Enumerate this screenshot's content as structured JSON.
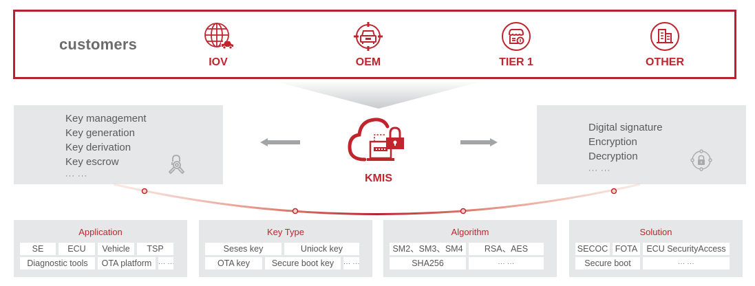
{
  "customers": {
    "label": "customers",
    "items": [
      {
        "label": "IOV",
        "icon": "globe-car-icon"
      },
      {
        "label": "OEM",
        "icon": "car-target-icon"
      },
      {
        "label": "TIER 1",
        "icon": "storefront-badge-icon"
      },
      {
        "label": "OTHER",
        "icon": "buildings-icon"
      }
    ]
  },
  "left_box": {
    "lines": [
      "Key management",
      "Key generation",
      "Key derivation",
      "Key escrow"
    ],
    "ellipsis": "··· ···",
    "icon": "keys-icon"
  },
  "right_box": {
    "lines": [
      "Digital signature",
      "Encryption",
      "Decryption"
    ],
    "ellipsis": "··· ···",
    "icon": "lock-network-icon"
  },
  "center": {
    "label": "KMIS",
    "icon": "cloud-laptop-lock-icon"
  },
  "panels": [
    {
      "title": "Application",
      "rows": [
        [
          "SE",
          "ECU",
          "Vehicle",
          "TSP"
        ],
        [
          "Diagnostic tools",
          "OTA platform",
          "··· ···"
        ]
      ]
    },
    {
      "title": "Key Type",
      "rows": [
        [
          "Seses key",
          "Uniock key"
        ],
        [
          "OTA key",
          "Secure boot key",
          "··· ···"
        ]
      ]
    },
    {
      "title": "Algorithm",
      "rows": [
        [
          "SM2、SM3、SM4",
          "RSA、AES"
        ],
        [
          "SHA256",
          "··· ···"
        ]
      ]
    },
    {
      "title": "Solution",
      "rows": [
        [
          "SECOC",
          "FOTA",
          "ECU SecurityAccess"
        ],
        [
          "Secure boot",
          "··· ···"
        ]
      ]
    }
  ],
  "colors": {
    "accent": "#c0242c",
    "panel_bg": "#e6e7e8",
    "text_gray": "#5a5a5a",
    "arrow_gray": "#9a9a9a"
  }
}
